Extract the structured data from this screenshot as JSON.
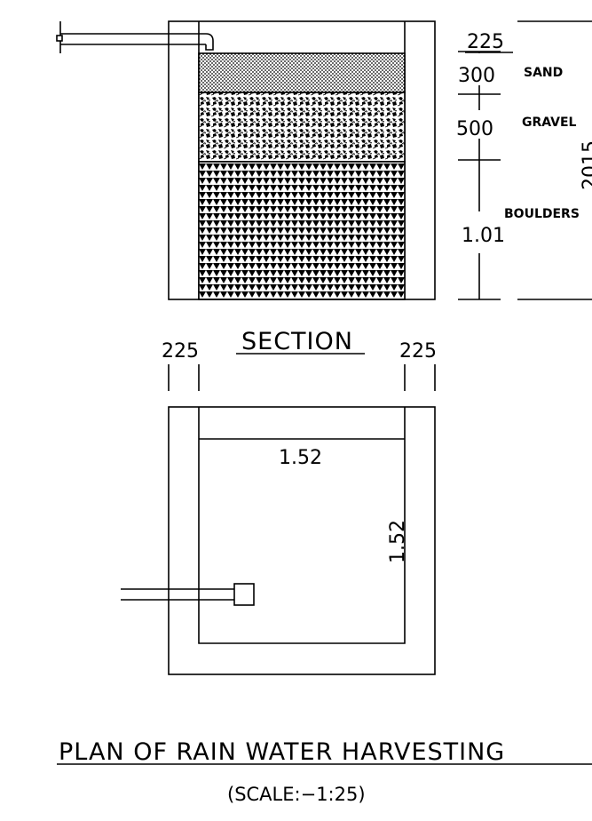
{
  "section": {
    "layers": [
      {
        "label": "SAND",
        "dim": "300"
      },
      {
        "label": "GRAVEL",
        "dim": "500"
      },
      {
        "label": "BOULDERS",
        "dim": "1.01"
      }
    ],
    "top_dim": "225",
    "total_dim": "2015",
    "title": "SECTION"
  },
  "plan": {
    "wall_left_dim": "225",
    "wall_right_dim": "225",
    "width_dim": "1.52",
    "depth_dim": "1.52",
    "title": "PLAN OF RAIN WATER HARVESTING",
    "scale": "(SCALE:−1:25)"
  },
  "colors": {
    "line": "#000000",
    "background": "#ffffff"
  }
}
